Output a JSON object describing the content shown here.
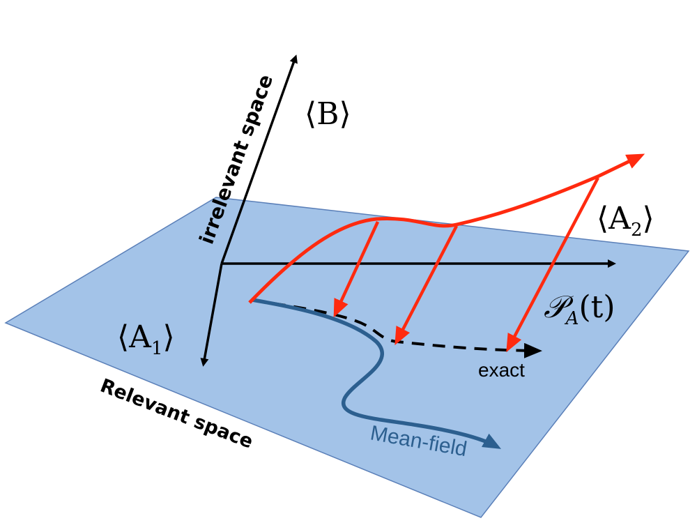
{
  "diagram": {
    "labels": {
      "B_axis": "⟨B⟩",
      "A1_axis": "⟨A",
      "A1_sub": "1",
      "A1_close": "⟩",
      "A2_axis": "⟨A",
      "A2_sub": "2",
      "A2_close": "⟩",
      "projection_main": "𝒫",
      "projection_sub": "A",
      "projection_arg": "(t)",
      "irrelevant_space": "irrelevant space",
      "relevant_space": "Relevant space",
      "exact": "exact",
      "mean_field": "Mean-field"
    },
    "colors": {
      "plane_fill": "#a3c3e8",
      "plane_stroke": "#5a7fb8",
      "trajectory_red": "#ff2a0f",
      "mean_field_blue": "#2c5f8f",
      "axes": "#000000"
    }
  }
}
